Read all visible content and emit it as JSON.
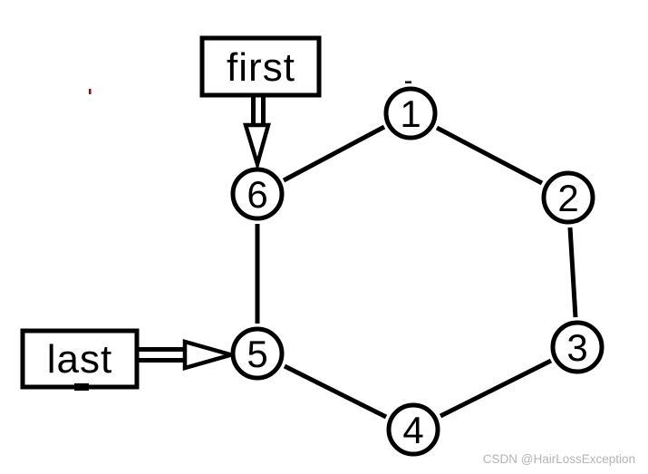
{
  "diagram": {
    "description": "circular linked list with six nodes",
    "nodes": [
      {
        "label": "1"
      },
      {
        "label": "2"
      },
      {
        "label": "3"
      },
      {
        "label": "4"
      },
      {
        "label": "5"
      },
      {
        "label": "6"
      }
    ],
    "edges": [
      "6-1",
      "1-2",
      "2-3",
      "3-4",
      "4-5",
      "5-6"
    ],
    "pointers": {
      "first": {
        "label": "first",
        "points_to": "6"
      },
      "last": {
        "label": "last",
        "points_to": "5"
      }
    },
    "stroke_color": "#000000",
    "node_fill": "#ffffff"
  },
  "watermark": {
    "text": "CSDN @HairLossException",
    "color": "#b4b4b4"
  },
  "artifacts": {
    "red_tick_color": "#7a1511"
  }
}
